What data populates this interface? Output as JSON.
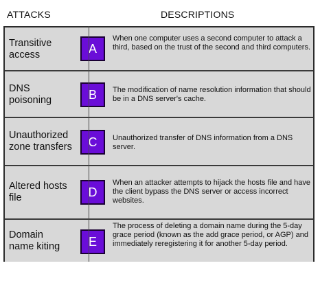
{
  "headers": {
    "attacks": "ATTACKS",
    "descriptions": "DESCRIPTIONS"
  },
  "rows": [
    {
      "attack": "Transitive access",
      "letter": "A",
      "description": "When one computer uses a second computer to attack a third, based on the trust of the second and third computers."
    },
    {
      "attack": "DNS poisoning",
      "letter": "B",
      "description": "The modification of name resolution information that should be in a DNS server's cache."
    },
    {
      "attack": "Unauthorized zone transfers",
      "letter": "C",
      "description": "Unauthorized transfer of DNS information from a DNS server."
    },
    {
      "attack": "Altered hosts file",
      "letter": "D",
      "description": "When an attacker attempts to hijack the hosts file and have the client bypass the DNS server or access incorrect websites."
    },
    {
      "attack": "Domain name kiting",
      "letter": "E",
      "description": "The process of deleting a domain name during the 5-day grace period (known as the add grace period, or AGP) and immediately reregistering it for another 5-day period."
    }
  ],
  "colors": {
    "badge": "#6a0dd8",
    "row_bg": "#d8d8d8",
    "border": "#2b2b2b"
  }
}
